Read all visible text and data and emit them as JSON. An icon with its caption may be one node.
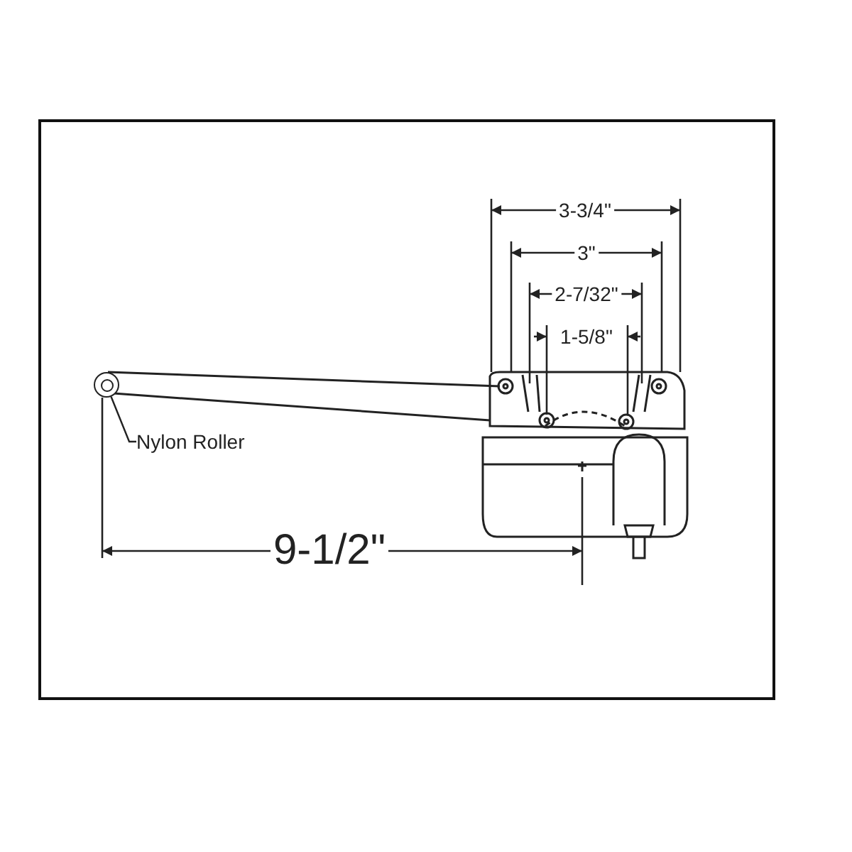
{
  "diagram": {
    "nodes": [
      {
        "text": [
          "Nylon Roller"
        ]
      },
      {
        "text": [],
        "shape": "circle"
      }
    ],
    "edges": [
      {
        "from": 0,
        "to": 1,
        "arrow": "none"
      }
    ],
    "labels": [
      "3-3/4\"",
      "3\"",
      "2-7/32\"",
      "1-5/8\"",
      "9-1/2\""
    ]
  }
}
